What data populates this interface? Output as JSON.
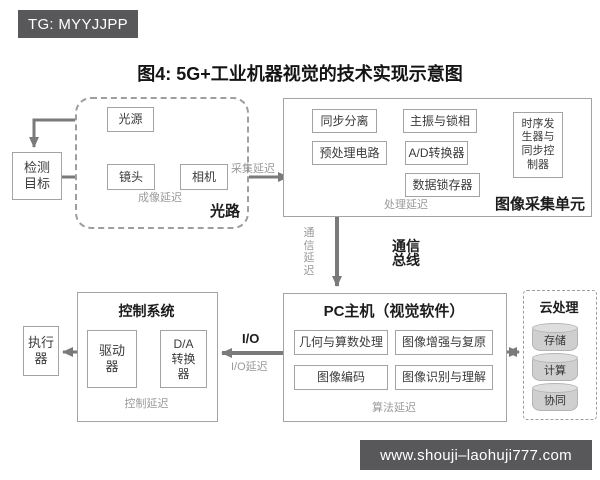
{
  "banner_top": {
    "text": "TG: MYYJJPP"
  },
  "banner_bottom": {
    "text": "www.shouji–laohuji777.com"
  },
  "title": "图4: 5G+工业机器视觉的技术实现示意图",
  "colors": {
    "banner_bg": "#58585a",
    "arrow": "#7a7a7a",
    "box_border": "#a3a3a3",
    "delay_text": "#9a9a9a",
    "cylinder_fill": "#cfcfcf"
  },
  "target": "检测\n目标",
  "optical": {
    "container_label": "光路",
    "light_source": "光源",
    "lens": "镜头",
    "camera": "相机",
    "imaging_delay": "成像延迟",
    "acquisition_delay": "采集延迟"
  },
  "acquisition": {
    "container_label": "图像采集单元",
    "sync_separation": "同步分离",
    "oscillator_lock": "主振与锁相",
    "preprocess": "预处理电路",
    "adc": "A/D转换器",
    "data_latch": "数据锁存器",
    "timing_controller": "时序发\n生器与\n同步控\n制器",
    "processing_delay": "处理延迟"
  },
  "bus": {
    "label": "通信\n总线",
    "delay": "通\n信\n延\n迟"
  },
  "pc": {
    "title": "PC主机（视觉软件）",
    "geometry": "几何与算数处理",
    "enhance": "图像增强与复原",
    "encode": "图像编码",
    "recognize": "图像识别与理解",
    "algorithm_delay": "算法延迟"
  },
  "io": {
    "label": "I/O",
    "delay": "I/O延迟"
  },
  "cloud": {
    "title": "云处理",
    "items": [
      "存储",
      "计算",
      "协同"
    ]
  },
  "control": {
    "title": "控制系统",
    "driver": "驱动\n器",
    "dac": "D/A\n转换\n器",
    "control_delay": "控制延迟"
  },
  "actuator": "执行\n器"
}
